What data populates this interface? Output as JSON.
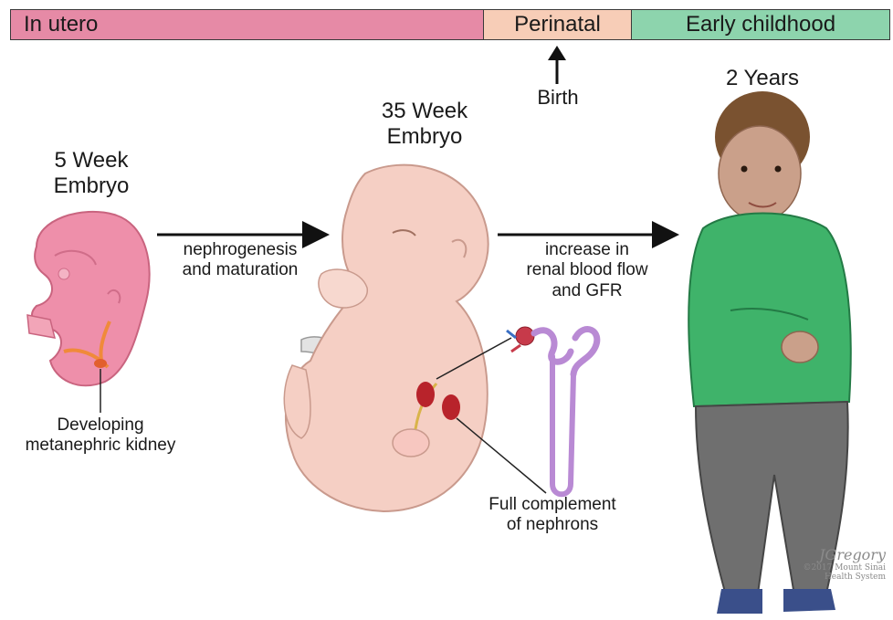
{
  "timeline": {
    "segments": [
      {
        "label": "In utero",
        "color": "#e68aa6"
      },
      {
        "label": "Perinatal",
        "color": "#f7cdb7"
      },
      {
        "label": "Early childhood",
        "color": "#8dd4ad"
      }
    ]
  },
  "birth_label": "Birth",
  "stages": {
    "embryo5": {
      "line1": "5 Week",
      "line2": "Embryo"
    },
    "embryo35": {
      "line1": "35 Week",
      "line2": "Embryo"
    },
    "child": {
      "label": "2 Years"
    }
  },
  "arrows": {
    "first": {
      "line1": "nephrogenesis",
      "line2": "and maturation"
    },
    "second": {
      "line1": "increase in",
      "line2": "renal blood flow",
      "line3": "and GFR"
    }
  },
  "callouts": {
    "kidney": {
      "line1": "Developing",
      "line2": "metanephric kidney"
    },
    "nephrons": {
      "line1": "Full complement",
      "line2": "of nephrons"
    }
  },
  "signature": {
    "name": "JGregory",
    "credit1": "©2017 Mount Sinai",
    "credit2": "Health System"
  },
  "colors": {
    "skin": "#f5cfc4",
    "embryo_pink": "#ee8faa",
    "sweater": "#3fb36a",
    "pants": "#6f6f6f"
  }
}
